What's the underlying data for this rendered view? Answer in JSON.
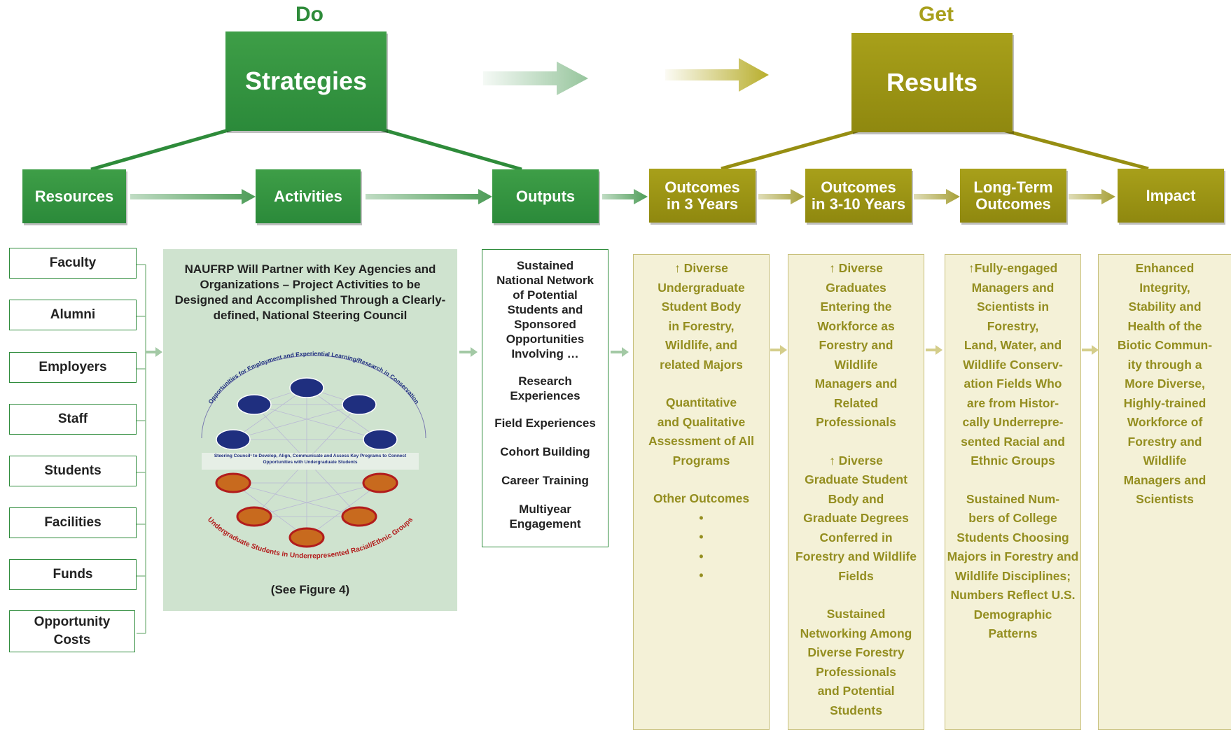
{
  "do_label": "Do",
  "get_label": "Get",
  "strategies": "Strategies",
  "results": "Results",
  "stages": {
    "resources": "Resources",
    "activities": "Activities",
    "outputs": "Outputs",
    "outcomes3": [
      "Outcomes",
      "in 3 Years"
    ],
    "outcomes310": [
      "Outcomes",
      "in 3-10 Years"
    ],
    "longterm": [
      "Long-Term",
      "Outcomes"
    ],
    "impact": "Impact"
  },
  "resources": [
    "Faculty",
    "Alumni",
    "Employers",
    "Staff",
    "Students",
    "Facilities",
    "Funds",
    "Opportunity Costs"
  ],
  "activities_panel": {
    "heading": "NAUFRP Will Partner with Key Agencies and Organizations – Project Activities to be Designed and Accomplished Through a Clearly-defined, National Steering Council",
    "figure_ref": "(See Figure 4)",
    "arc_top": "Opportunities for Employment and Experiential Learning/Research in Conservation",
    "arc_bottom": "Undergraduate Students in Underrepresented Racial/Ethnic Groups",
    "center_text": "Steering Council¹ to Develop, Align, Communicate and Assess Key Programs to Connect Opportunities with Undergraduate Students"
  },
  "outputs_list": [
    [
      "Sustained",
      "National Network",
      "of Potential",
      "Students and",
      "Sponsored",
      "Opportunities",
      "Involving …"
    ],
    [
      "Research",
      "Experiences"
    ],
    [
      "Field Experiences"
    ],
    [
      "Cohort Building"
    ],
    [
      "Career Training"
    ],
    [
      "Multiyear",
      "Engagement"
    ]
  ],
  "outcomes3_text": [
    [
      "↑ Diverse",
      "Undergraduate",
      "Student Body",
      "in Forestry,",
      "Wildlife, and",
      "related Majors"
    ],
    [
      "Quantitative",
      "and Qualitative",
      "Assessment of All",
      "Programs"
    ],
    [
      "Other Outcomes"
    ]
  ],
  "outcomes3_dots": [
    "•",
    "•",
    "•",
    "•"
  ],
  "outcomes310_text": [
    [
      "↑ Diverse",
      "Graduates",
      "Entering the",
      "Workforce as",
      "Forestry and",
      "Wildlife",
      "Managers and",
      "Related",
      "Professionals"
    ],
    [
      "↑ Diverse",
      "Graduate Student",
      "Body and",
      "Graduate Degrees",
      "Conferred in",
      "Forestry and Wildlife",
      "Fields"
    ],
    [
      "Sustained",
      "Networking Among",
      "Diverse Forestry",
      "Professionals",
      "and Potential",
      "Students"
    ]
  ],
  "longterm_text": [
    [
      "↑Fully-engaged",
      "Managers and",
      "Scientists in",
      "Forestry,",
      "Land, Water, and",
      "Wildlife Conserv-",
      "ation Fields Who",
      "are from Histor-",
      "cally Underrepre-",
      "sented Racial and",
      "Ethnic Groups"
    ],
    [
      "Sustained Num-",
      "bers of College",
      "Students Choosing",
      "Majors in Forestry and",
      "Wildlife Disciplines;",
      "Numbers Reflect U.S.",
      "Demographic",
      "Patterns"
    ]
  ],
  "impact_text": [
    [
      "Enhanced",
      "Integrity,",
      "Stability and",
      "Health of the",
      "Biotic Commun-",
      "ity through a",
      "More Diverse,",
      "Highly-trained",
      "Workforce of",
      "Forestry and",
      "Wildlife",
      "Managers and",
      "Scientists"
    ]
  ],
  "colors": {
    "green": "#2e8b3a",
    "olive": "#968e12",
    "panel": "#cfe3cf",
    "column_bg": "#f4f1d7",
    "olive_text": "#948e20"
  }
}
